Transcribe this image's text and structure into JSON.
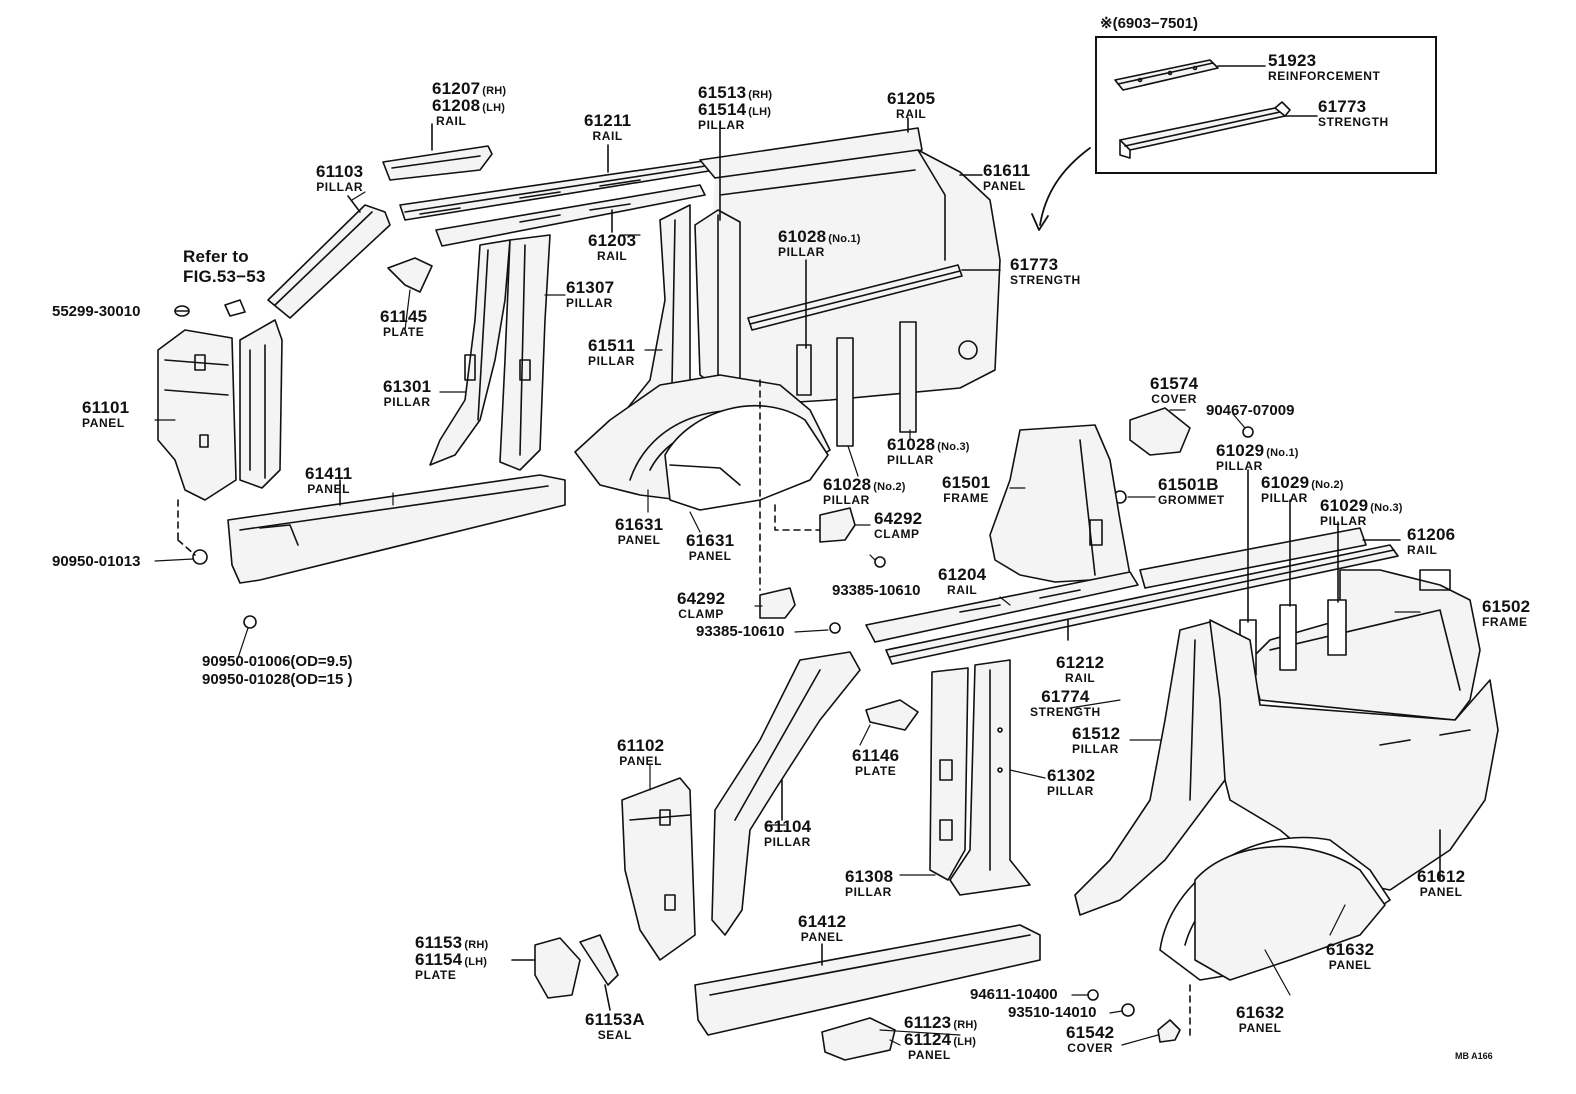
{
  "inset": {
    "title": "※(6903−7501)"
  },
  "labels": {
    "p51923": {
      "num": "51923",
      "name": "REINFORCEMENT"
    },
    "p61773_inset": {
      "num": "61773",
      "name": "STRENGTH"
    },
    "p61207": {
      "num": "61207",
      "sub": "(RH)",
      "num2": "61208",
      "sub2": "(LH)",
      "name": "RAIL"
    },
    "p61211": {
      "num": "61211",
      "name": "RAIL"
    },
    "p61513": {
      "num": "61513",
      "sub": "(RH)",
      "num2": "61514",
      "sub2": "(LH)",
      "name": "PILLAR"
    },
    "p61205": {
      "num": "61205",
      "name": "RAIL"
    },
    "p61611": {
      "num": "61611",
      "name": "PANEL"
    },
    "p61103": {
      "num": "61103",
      "name": "PILLAR"
    },
    "p61203": {
      "num": "61203",
      "name": "RAIL"
    },
    "p61028_1": {
      "num": "61028",
      "sub": "(No.1)",
      "name": "PILLAR"
    },
    "p61773": {
      "num": "61773",
      "name": "STRENGTH"
    },
    "refer": {
      "line1": "Refer to",
      "line2": "FIG.53−53"
    },
    "p55299": {
      "text": "55299-30010"
    },
    "p61145": {
      "num": "61145",
      "name": "PLATE"
    },
    "p61307": {
      "num": "61307",
      "name": "PILLAR"
    },
    "p61511": {
      "num": "61511",
      "name": "PILLAR"
    },
    "p61101": {
      "num": "61101",
      "name": "PANEL"
    },
    "p61301": {
      "num": "61301",
      "name": "PILLAR"
    },
    "p61574": {
      "num": "61574",
      "name": "COVER"
    },
    "p90467": {
      "text": "90467-07009"
    },
    "p61028_3": {
      "num": "61028",
      "sub": "(No.3)",
      "name": "PILLAR"
    },
    "p61029_1": {
      "num": "61029",
      "sub": "(No.1)",
      "name": "PILLAR"
    },
    "p61411": {
      "num": "61411",
      "name": "PANEL"
    },
    "p61501": {
      "num": "61501",
      "name": "FRAME"
    },
    "p61501b": {
      "num": "61501B",
      "name": "GROMMET"
    },
    "p61028_2": {
      "num": "61028",
      "sub": "(No.2)",
      "name": "PILLAR"
    },
    "p61029_2": {
      "num": "61029",
      "sub": "(No.2)",
      "name": "PILLAR"
    },
    "p61029_3": {
      "num": "61029",
      "sub": "(No.3)",
      "name": "PILLAR"
    },
    "p61631a": {
      "num": "61631",
      "name": "PANEL"
    },
    "p61631b": {
      "num": "61631",
      "name": "PANEL"
    },
    "p64292a": {
      "num": "64292",
      "name": "CLAMP"
    },
    "p61206": {
      "num": "61206",
      "name": "RAIL"
    },
    "p90950a": {
      "text": "90950-01013"
    },
    "p93385a": {
      "text": "93385-10610"
    },
    "p61204": {
      "num": "61204",
      "name": "RAIL"
    },
    "p64292b": {
      "num": "64292",
      "name": "CLAMP"
    },
    "p61502": {
      "num": "61502",
      "name": "FRAME"
    },
    "p93385b": {
      "text": "93385-10610"
    },
    "p90950b": {
      "line1": "90950-01006(OD=9.5)",
      "line2": "90950-01028(OD=15 )"
    },
    "p61212": {
      "num": "61212",
      "name": "RAIL"
    },
    "p61774": {
      "num": "61774",
      "name": "STRENGTH"
    },
    "p61146": {
      "num": "61146",
      "name": "PLATE"
    },
    "p61512": {
      "num": "61512",
      "name": "PILLAR"
    },
    "p61102": {
      "num": "61102",
      "name": "PANEL"
    },
    "p61302": {
      "num": "61302",
      "name": "PILLAR"
    },
    "p61104": {
      "num": "61104",
      "name": "PILLAR"
    },
    "p61308": {
      "num": "61308",
      "name": "PILLAR"
    },
    "p61612": {
      "num": "61612",
      "name": "PANEL"
    },
    "p61412": {
      "num": "61412",
      "name": "PANEL"
    },
    "p61153": {
      "num": "61153",
      "sub": "(RH)",
      "num2": "61154",
      "sub2": "(LH)",
      "name": "PLATE"
    },
    "p61632a": {
      "num": "61632",
      "name": "PANEL"
    },
    "p94611": {
      "text": "94611-10400"
    },
    "p93510": {
      "text": "93510-14010"
    },
    "p61153a": {
      "num": "61153A",
      "name": "SEAL"
    },
    "p61123": {
      "num": "61123",
      "sub": "(RH)",
      "num2": "61124",
      "sub2": "(LH)",
      "name": "PANEL"
    },
    "p61542": {
      "num": "61542",
      "name": "COVER"
    },
    "p61632b": {
      "num": "61632",
      "name": "PANEL"
    },
    "code": {
      "text": "MB A166"
    }
  },
  "colors": {
    "ink": "#111111",
    "paper": "#ffffff",
    "fill": "#f4f4f4"
  }
}
